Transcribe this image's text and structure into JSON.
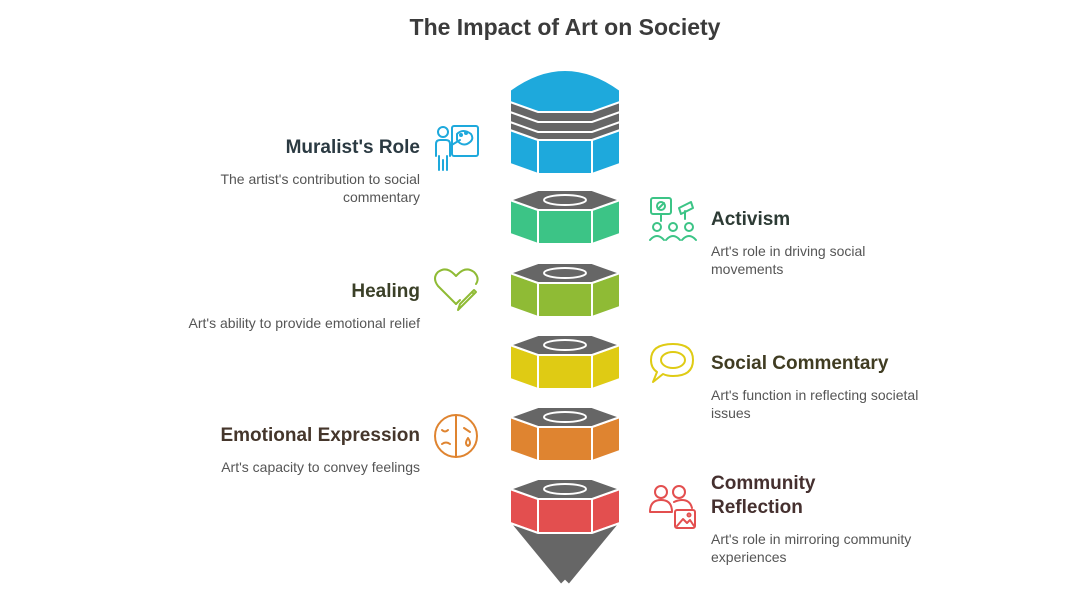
{
  "title": "The Impact of Art on Society",
  "items": [
    {
      "title": "Muralist's Role",
      "desc": "The artist's contribution to social commentary",
      "color": "#1ea9dc",
      "title_color": "#2b3a42",
      "icon": "painter-palette-icon"
    },
    {
      "title": "Activism",
      "desc": "Art's role in driving social movements",
      "color": "#3cc486",
      "title_color": "#2d3b35",
      "icon": "protest-crowd-icon"
    },
    {
      "title": "Healing",
      "desc": "Art's ability to provide emotional relief",
      "color": "#8fbb35",
      "title_color": "#3b4028",
      "icon": "heart-pencil-icon"
    },
    {
      "title": "Social Commentary",
      "desc": "Art's function in reflecting societal issues",
      "color": "#dfcb14",
      "title_color": "#403c22",
      "icon": "speech-bubble-icon"
    },
    {
      "title": "Emotional Expression",
      "desc": "Art's capacity to convey feelings",
      "color": "#df8430",
      "title_color": "#45362b",
      "icon": "sad-face-icon"
    },
    {
      "title": "Community Reflection",
      "desc": "Art's role in mirroring community experiences",
      "color": "#e34f4f",
      "title_color": "#45302f",
      "icon": "people-picture-icon"
    }
  ]
}
